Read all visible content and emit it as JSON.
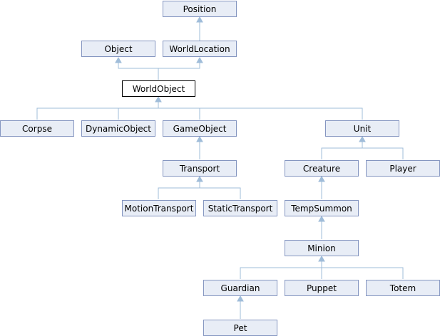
{
  "nodes": {
    "position": "Position",
    "object": "Object",
    "world_location": "WorldLocation",
    "world_object": "WorldObject",
    "corpse": "Corpse",
    "dynamic_object": "DynamicObject",
    "game_object": "GameObject",
    "unit": "Unit",
    "transport": "Transport",
    "creature": "Creature",
    "player": "Player",
    "motion_transport": "MotionTransport",
    "static_transport": "StaticTransport",
    "temp_summon": "TempSummon",
    "minion": "Minion",
    "guardian": "Guardian",
    "puppet": "Puppet",
    "totem": "Totem",
    "pet": "Pet"
  },
  "current_node": "world_object",
  "colors": {
    "node_fill": "#e8edf6",
    "node_border": "#8495c0",
    "edge": "#9fbcd9"
  }
}
